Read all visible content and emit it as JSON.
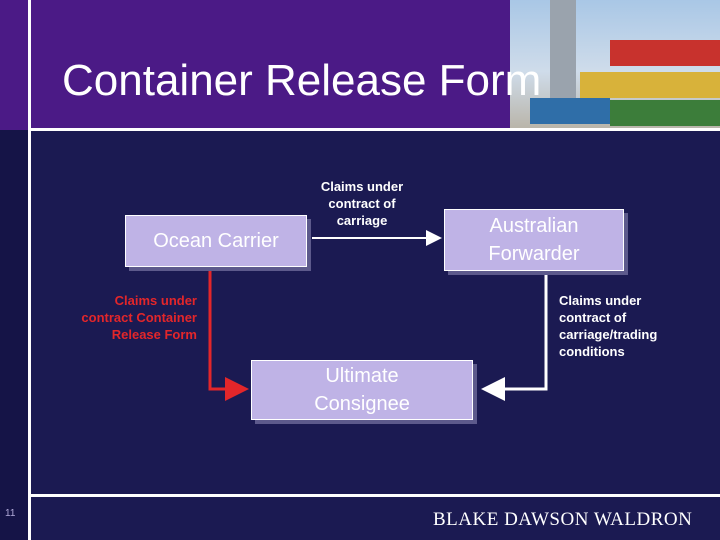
{
  "title": "Container Release Form",
  "nodes": {
    "carrier": "Ocean Carrier",
    "forwarder": "Australian Forwarder",
    "consignee": "Ultimate Consignee"
  },
  "edges": {
    "carrier_to_forwarder": "Claims under contract of carriage",
    "forwarder_to_consignee": "Claims under contract of carriage/trading conditions",
    "carrier_to_consignee": "Claims under contract Container Release Form"
  },
  "footer": {
    "slide_number": "11",
    "brand": "BLAKE DAWSON WALDRON"
  },
  "colors": {
    "background": "#1b1a52",
    "header": "#4b1a86",
    "node_fill": "#bfb3e6",
    "red_arrow": "#e3262a",
    "red_text": "#e3262a",
    "white": "#ffffff"
  }
}
